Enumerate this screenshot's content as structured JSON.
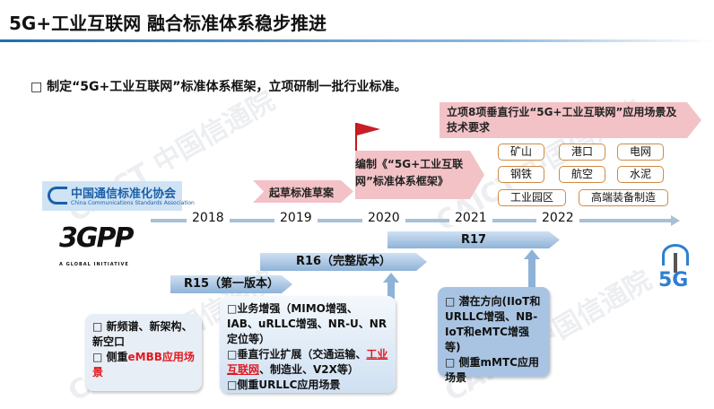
{
  "title": "5G+工业互联网 融合标准体系稳步推进",
  "bullet": "□ 制定“5G+工业互联网”标准体系框架，立项研制一批行业标准。",
  "stages": {
    "draft": "起草标准草案",
    "framework": "编制《“5G+工业互联网”标准体系框架》",
    "projects": "立项8项垂直行业“5G+工业互联网”应用场景及技术要求"
  },
  "categories": [
    "矿山",
    "港口",
    "电网",
    "钢铁",
    "航空",
    "水泥",
    "工业园区",
    "高端装备制造"
  ],
  "years": [
    "2018",
    "2019",
    "2020",
    "2021",
    "2022"
  ],
  "logos": {
    "ccsa_cn": "中国通信标准化协会",
    "ccsa_en": "China Communications Standards Association",
    "gpp": "3GPP",
    "gpp_tag": "A GLOBAL INITIATIVE",
    "fiveg": "5G"
  },
  "releases": {
    "r15": "R15（第一版本）",
    "r16": "R16（完整版本）",
    "r17": "R17"
  },
  "r15_box": {
    "l1": "□ 新频谱、新架构、新空口",
    "l2a": "□ 侧重",
    "l2b": "eMBB应用场景"
  },
  "r16_box": {
    "l1": "□业务增强（MIMO增强、IAB、uRLLC增强、NR-U、NR定位等）",
    "l2a": "□垂直行业扩展（交通运输、",
    "l2b": "工业互联网",
    "l2c": "、制造业、V2X等）",
    "l3": "□侧重URLLC应用场景"
  },
  "r17_box": {
    "l1": "□ 潜在方向(IIoT和URLLC增强、NB-IoT和eMTC增强等)",
    "l2": "□ 侧重mMTC应用场景"
  },
  "watermark": "CAICT 中国信通院"
}
